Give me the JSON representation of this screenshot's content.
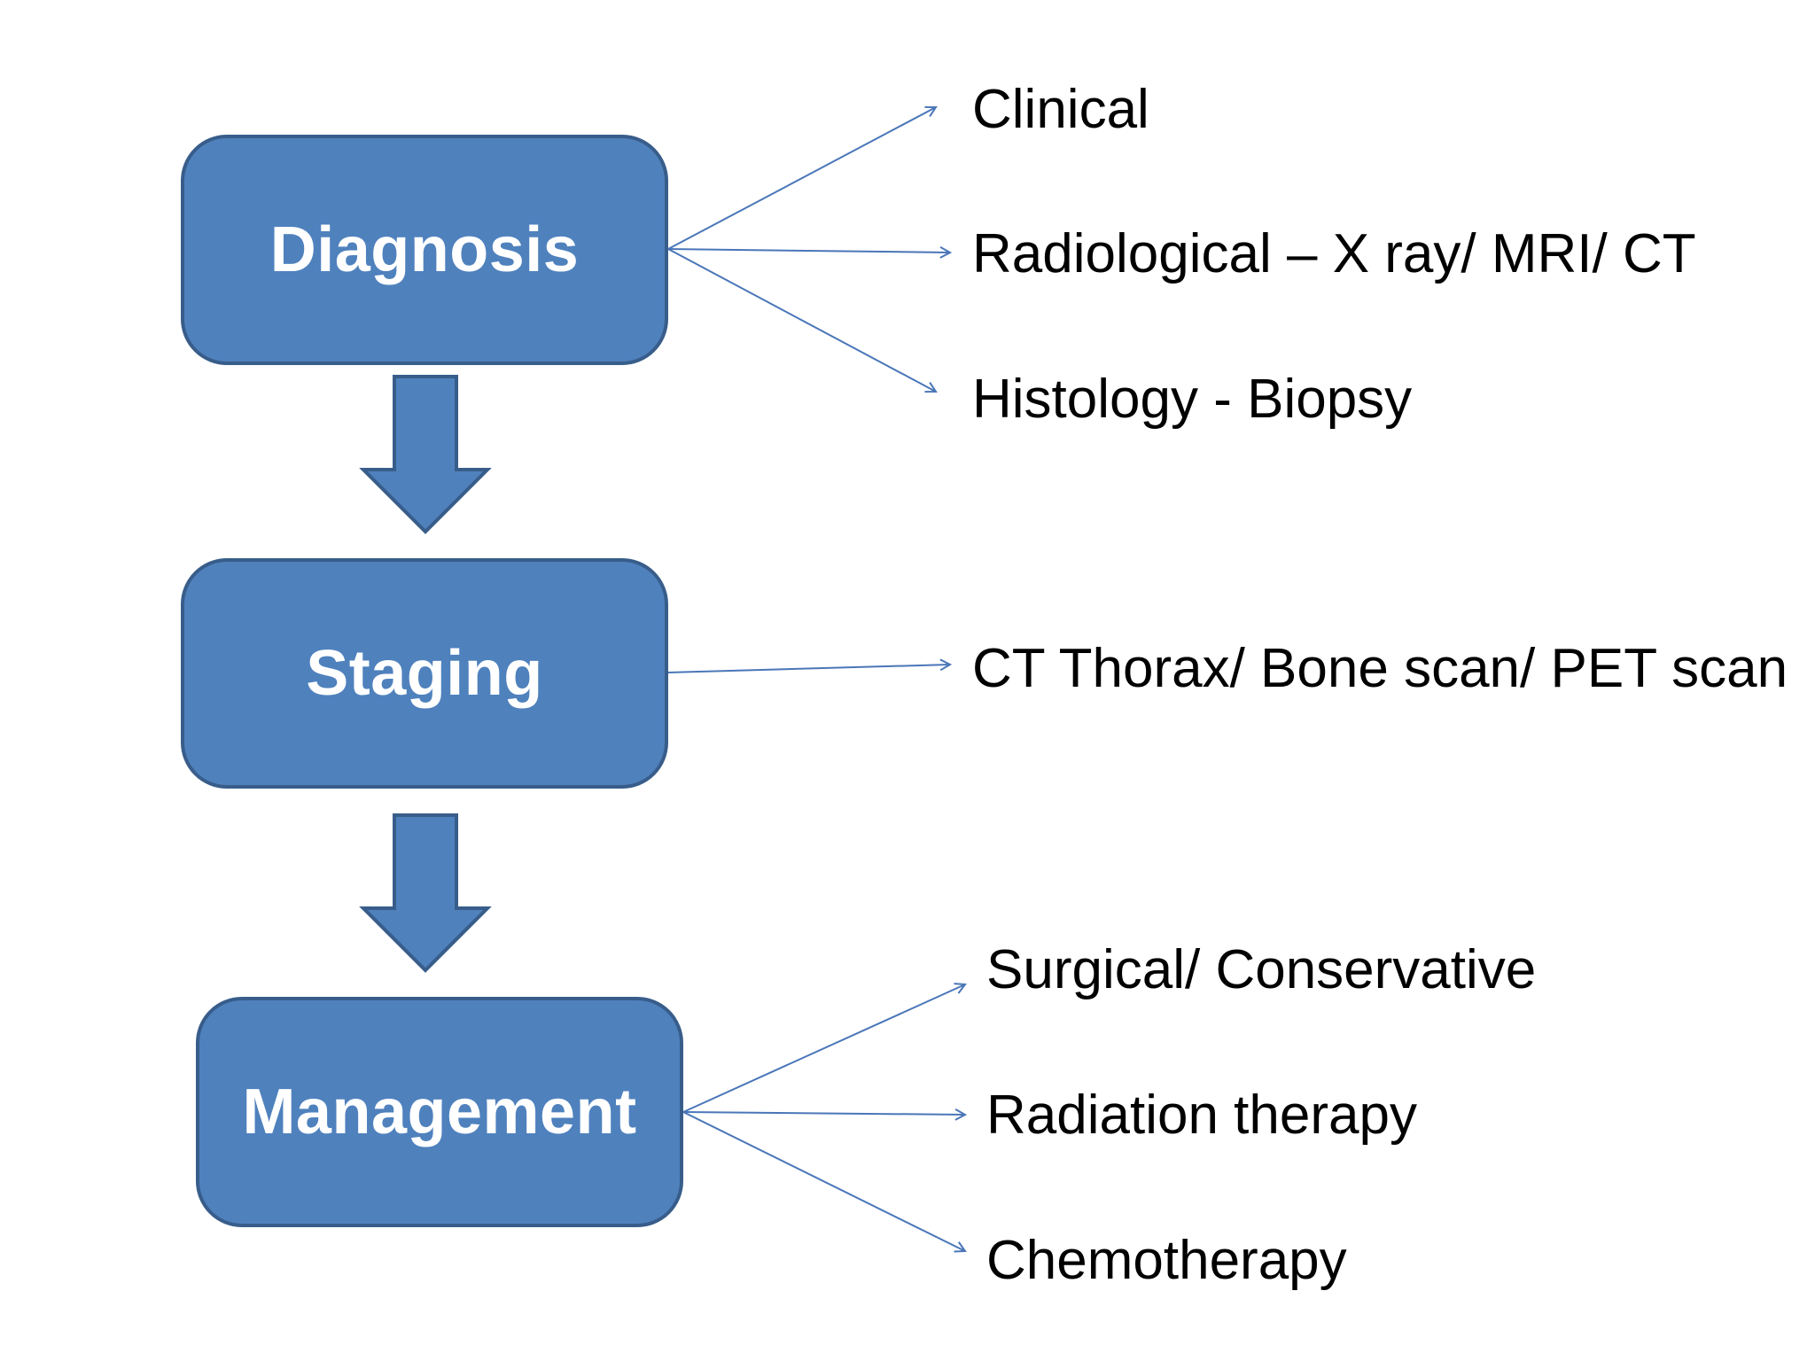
{
  "colors": {
    "box_fill": "#4f81bd",
    "box_border": "#385d8a",
    "connector": "#4a76b8",
    "box_text": "#ffffff",
    "item_text": "#000000"
  },
  "stages": [
    {
      "label": "Diagnosis",
      "items": [
        "Clinical",
        "Radiological – X ray/ MRI/ CT",
        "Histology - Biopsy"
      ]
    },
    {
      "label": "Staging",
      "items": [
        "CT Thorax/ Bone scan/ PET scan"
      ]
    },
    {
      "label": "Management",
      "items": [
        "Surgical/ Conservative",
        "Radiation therapy",
        "Chemotherapy"
      ]
    }
  ]
}
